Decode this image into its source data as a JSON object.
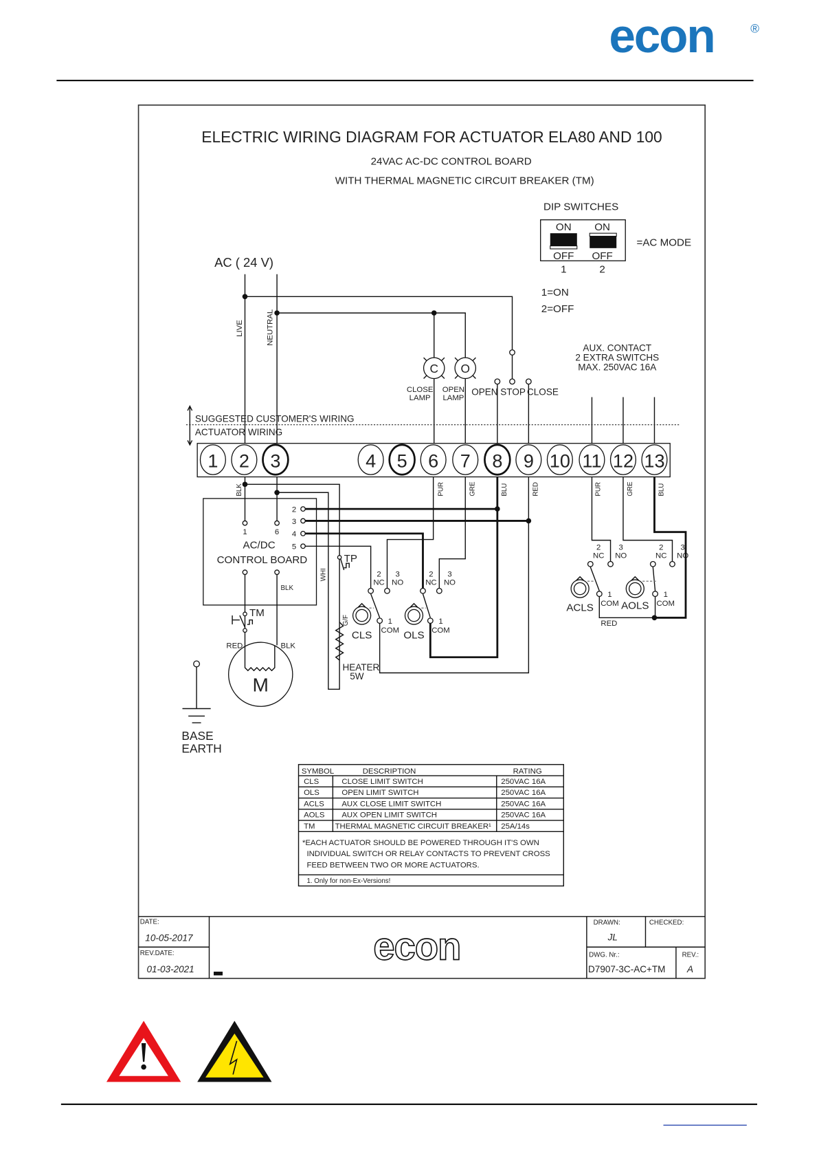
{
  "brand": {
    "logo_text": "econ",
    "registered": "®",
    "color": "#1b75bc"
  },
  "diagram": {
    "title": "ELECTRIC WIRING DIAGRAM FOR ACTUATOR ELA80 AND 100",
    "subtitle1": "24VAC AC-DC CONTROL BOARD",
    "subtitle2": "WITH THERMAL MAGNETIC CIRCUIT BREAKER (TM)",
    "dip": {
      "heading": "DIP SWITCHES",
      "on": "ON",
      "off": "OFF",
      "sw1": "1",
      "sw2": "2",
      "mode": "=AC MODE",
      "state1": "1=ON",
      "state2": "2=OFF"
    },
    "supply": "AC ( 24 V)",
    "live": "LIVE",
    "neutral": "NEUTRAL",
    "lamps": {
      "c": "C",
      "o": "O",
      "close1": "CLOSE",
      "close2": "LAMP",
      "open1": "OPEN",
      "open2": "LAMP"
    },
    "controls": {
      "open": "OPEN",
      "stop": "STOP",
      "close": "CLOSE"
    },
    "aux": {
      "line1": "AUX. CONTACT",
      "line2": "2 EXTRA SWITCHS",
      "line3": "MAX. 250VAC 16A"
    },
    "zones": {
      "customer": "SUGGESTED CUSTOMER'S WIRING",
      "actuator": "ACTUATOR WIRING"
    },
    "terminals": [
      "1",
      "2",
      "3",
      "4",
      "5",
      "6",
      "7",
      "8",
      "9",
      "10",
      "11",
      "12",
      "13"
    ],
    "wire_colors": {
      "blk": "BLK",
      "pur": "PUR",
      "gre": "GRE",
      "blu": "BLU",
      "red": "RED",
      "whi": "WHI"
    },
    "board": {
      "line1": "AC/DC",
      "line2": "CONTROL BOARD",
      "p1": "1",
      "p6": "6",
      "t2": "2",
      "t3": "3",
      "t4": "4",
      "t5": "5"
    },
    "components": {
      "tp": "TP",
      "gf": "G/F",
      "heater1": "HEATER",
      "heater2": "5W",
      "tm": "TM",
      "motor": "M",
      "cls": "CLS",
      "ols": "OLS",
      "acls": "ACLS",
      "aols": "AOLS"
    },
    "switch_pins": {
      "n2": "2",
      "nc": "NC",
      "n3": "3",
      "no": "NO",
      "n1": "1",
      "com": "COM"
    },
    "earth1": "BASE",
    "earth2": "EARTH"
  },
  "table": {
    "headers": {
      "symbol": "SYMBOL",
      "description": "DESCRIPTION",
      "rating": "RATING"
    },
    "rows": [
      {
        "symbol": "CLS",
        "description": "CLOSE LIMIT SWITCH",
        "rating": "250VAC 16A"
      },
      {
        "symbol": "OLS",
        "description": "OPEN LIMIT SWITCH",
        "rating": "250VAC 16A"
      },
      {
        "symbol": "ACLS",
        "description": "AUX CLOSE LIMIT SWITCH",
        "rating": "250VAC 16A"
      },
      {
        "symbol": "AOLS",
        "description": "AUX OPEN LIMIT SWITCH",
        "rating": "250VAC 16A"
      },
      {
        "symbol": "TM",
        "description": "THERMAL MAGNETIC CIRCUIT BREAKER¹",
        "rating": "25A/14s"
      }
    ],
    "note1": "*EACH ACTUATOR SHOULD BE POWERED THROUGH IT'S OWN",
    "note2": "INDIVIDUAL SWITCH OR RELAY CONTACTS TO PREVENT CROSS",
    "note3": "FEED BETWEEN TWO OR MORE ACTUATORS.",
    "footnote": "1. Only for non-Ex-Versions!"
  },
  "title_block": {
    "date_label": "DATE:",
    "date": "10-05-2017",
    "rev_date_label": "REV.DATE:",
    "rev_date": "01-03-2021",
    "logo_text": "econ",
    "drawn_label": "DRAWN:",
    "drawn": "JL",
    "checked_label": "CHECKED:",
    "dwg_label": "DWG. Nr.:",
    "dwg": "D7907-3C-AC+TM",
    "rev_label": "REV.:",
    "rev": "A"
  }
}
